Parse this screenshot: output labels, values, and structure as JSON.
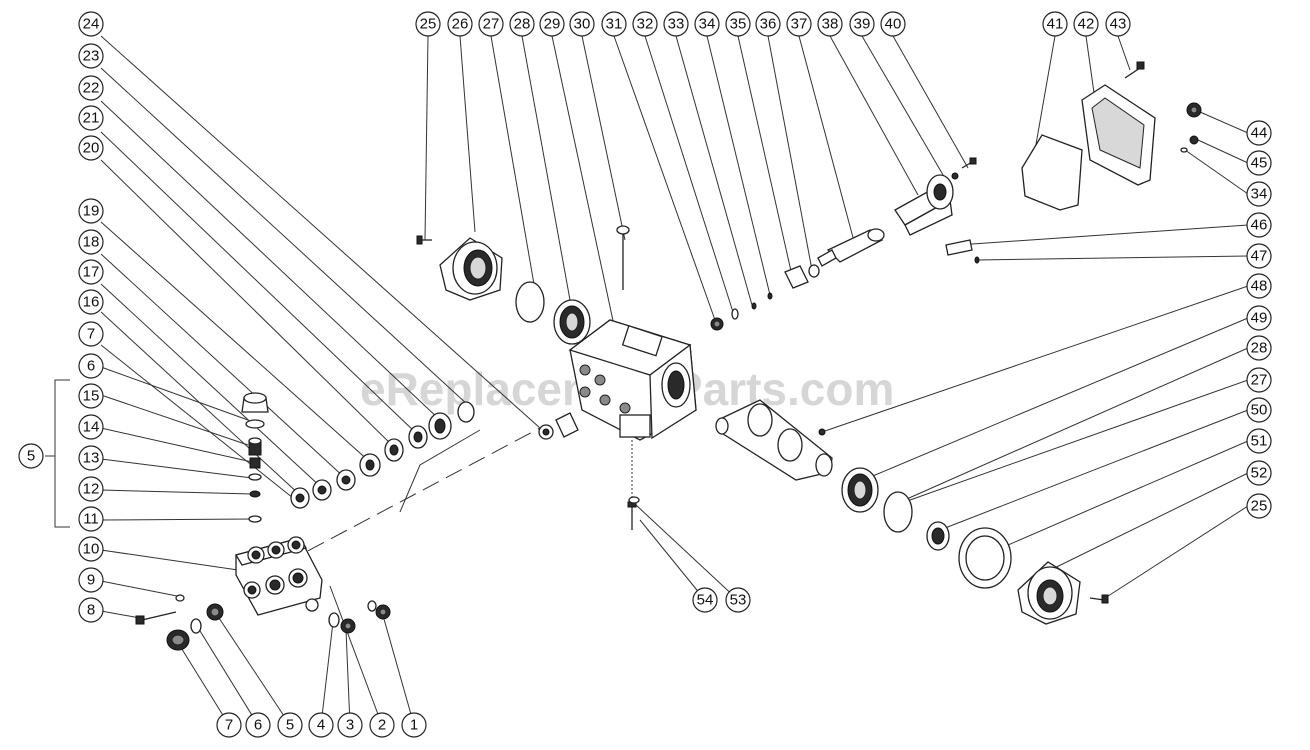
{
  "watermark": "eReplacementParts.com",
  "callouts": {
    "c24": "24",
    "c23": "23",
    "c22": "22",
    "c21": "21",
    "c20": "20",
    "c19": "19",
    "c18": "18",
    "c17": "17",
    "c16": "16",
    "c7a": "7",
    "c6a": "6",
    "c15": "15",
    "c14": "14",
    "c13": "13",
    "c12": "12",
    "c11": "11",
    "c5a": "5",
    "c10": "10",
    "c9": "9",
    "c8": "8",
    "c7b": "7",
    "c6b": "6",
    "c5b": "5",
    "c4": "4",
    "c3": "3",
    "c2": "2",
    "c1": "1",
    "c25a": "25",
    "c26": "26",
    "c27a": "27",
    "c28a": "28",
    "c29": "29",
    "c30": "30",
    "c31": "31",
    "c32": "32",
    "c33": "33",
    "c34a": "34",
    "c35": "35",
    "c36": "36",
    "c37": "37",
    "c38": "38",
    "c39": "39",
    "c40": "40",
    "c41": "41",
    "c42": "42",
    "c43": "43",
    "c44": "44",
    "c45": "45",
    "c34b": "34",
    "c46": "46",
    "c47": "47",
    "c48": "48",
    "c49": "49",
    "c28b": "28",
    "c27b": "27",
    "c50": "50",
    "c51": "51",
    "c52": "52",
    "c25b": "25",
    "c54": "54",
    "c53": "53"
  }
}
